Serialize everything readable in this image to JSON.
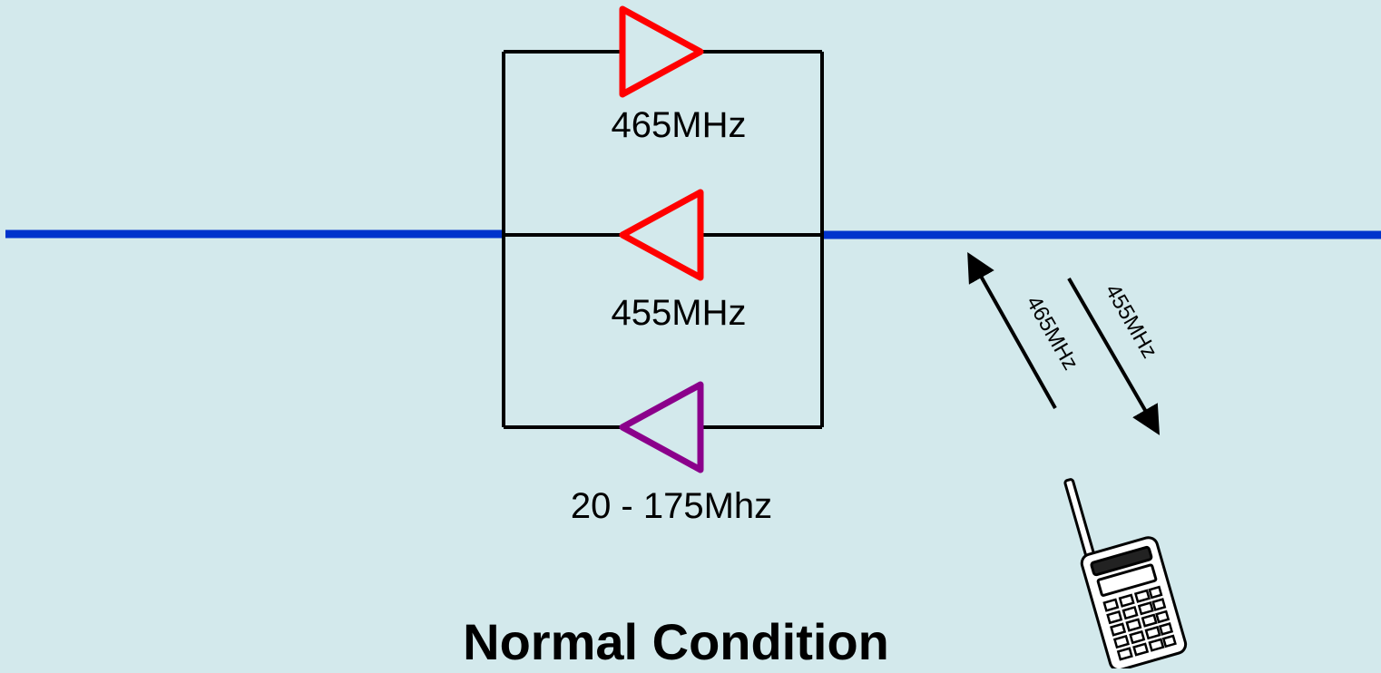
{
  "title": "Normal Condition",
  "amplifiers": [
    {
      "label": "465MHz",
      "direction": "right",
      "color": "#ff0000"
    },
    {
      "label": "455MHz",
      "direction": "left",
      "color": "#ff0000"
    },
    {
      "label": "20 - 175Mhz",
      "direction": "left",
      "color": "#8b008b"
    }
  ],
  "radio_links": [
    {
      "label": "465MHz",
      "direction": "uplink"
    },
    {
      "label": "455MHz",
      "direction": "downlink"
    }
  ],
  "colors": {
    "background": "#d3e9ec",
    "cable": "#0033cc",
    "wire": "#000000"
  },
  "icons": [
    "handheld-radio-icon"
  ]
}
